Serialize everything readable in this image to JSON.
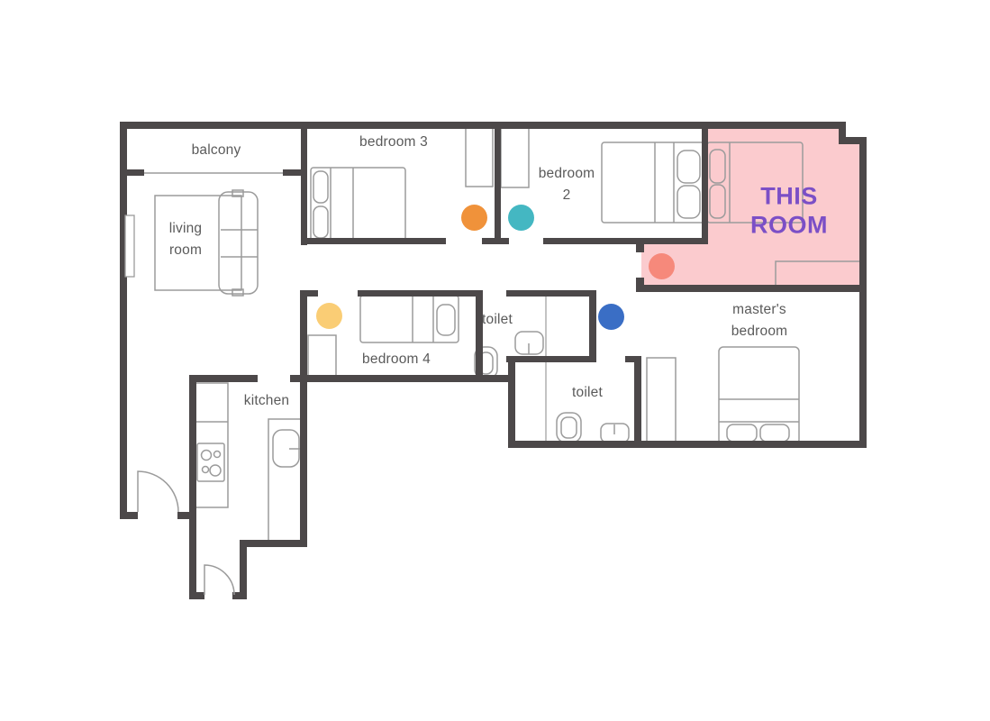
{
  "figure": {
    "type": "apartment-floor-plan",
    "background": "#ffffff"
  },
  "labels": {
    "balcony": "balcony",
    "living_room": "living\nroom",
    "bedroom_3": "bedroom 3",
    "bedroom_2": "bedroom\n2",
    "bedroom_4": "bedroom 4",
    "toilet_upper": "toilet",
    "toilet_lower": "toilet",
    "kitchen": "kitchen",
    "master_bedroom": "master's\nbedroom",
    "this_room": "THIS\nROOM"
  },
  "highlight": {
    "room_label": "THIS\nROOM",
    "fill": "#FBCBCE",
    "text_color": "#7B4FC6"
  },
  "markers": [
    {
      "name": "orange-dot",
      "color": "#F0923A"
    },
    {
      "name": "teal-dot",
      "color": "#44B7C2"
    },
    {
      "name": "salmon-dot",
      "color": "#F6897B"
    },
    {
      "name": "yellow-dot",
      "color": "#FACD75"
    },
    {
      "name": "blue-dot",
      "color": "#3A6EC5"
    }
  ],
  "colors": {
    "wall": "#4C4849",
    "furniture_line": "#9B9B9B",
    "label_text": "#5A5A5A"
  }
}
